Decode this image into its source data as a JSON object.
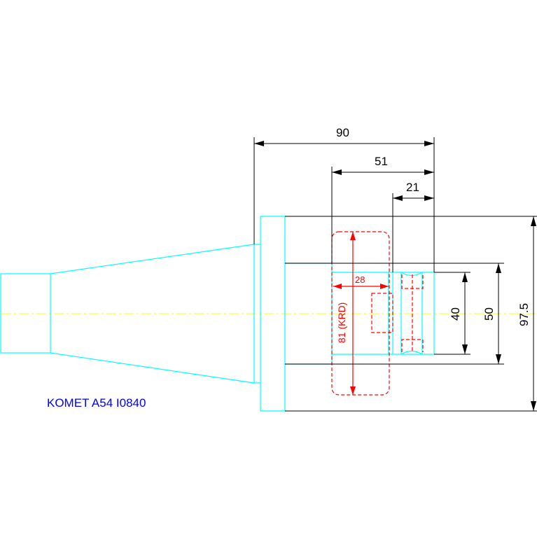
{
  "drawing": {
    "part_label": "KOMET A54 I0840",
    "dimensions": {
      "d90": "90",
      "d51": "51",
      "d21": "21",
      "d40": "40",
      "d50": "50",
      "d97_5": "97.5"
    },
    "red_dimensions": {
      "d28": "28",
      "d81": "81 (KRD)"
    },
    "colors": {
      "outline": "#00ffff",
      "dimension": "#000000",
      "hidden": "#ff0000",
      "centerline": "#ffff00",
      "label": "#0000ff"
    }
  }
}
